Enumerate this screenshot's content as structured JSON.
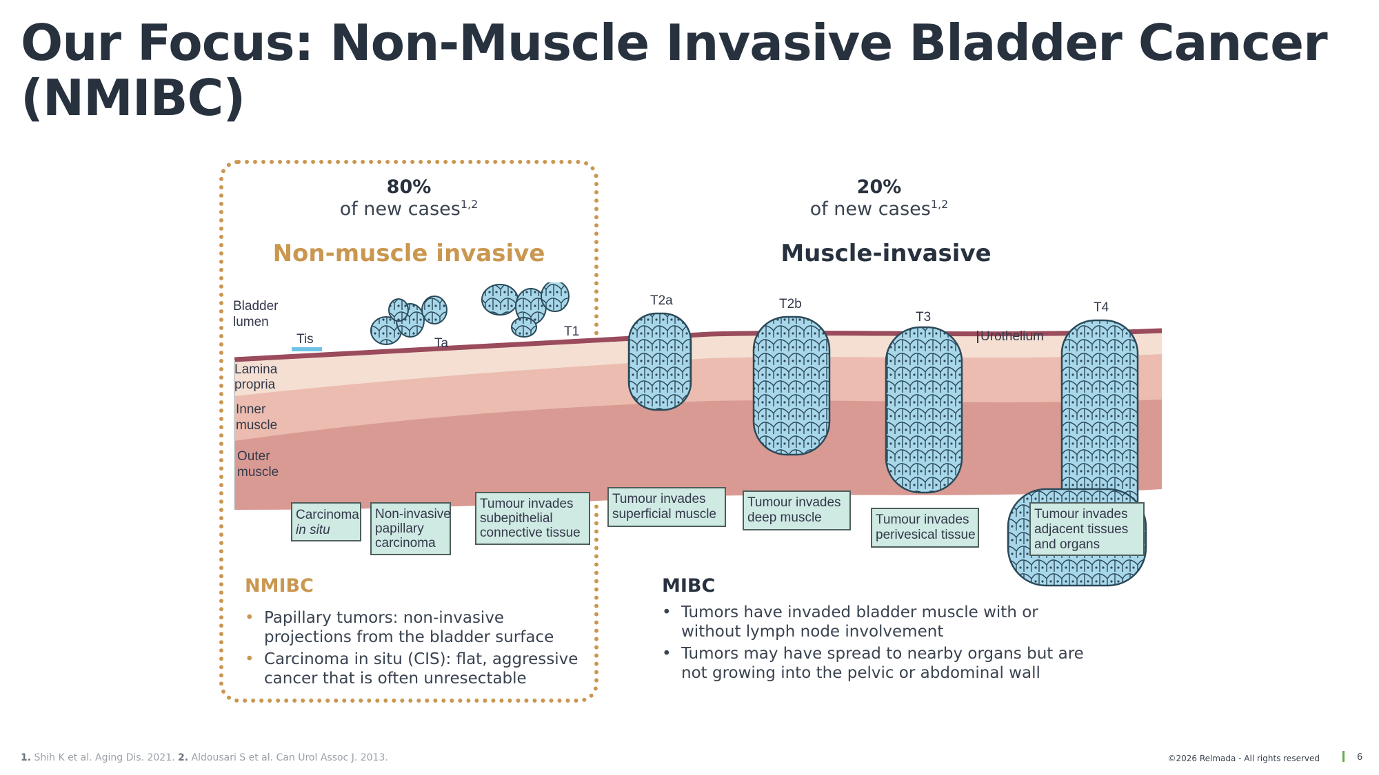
{
  "title": "Our Focus: Non-Muscle Invasive Bladder Cancer (NMIBC)",
  "left": {
    "percent": "80%",
    "sub_text": "of new cases",
    "sub_ref": "1,2",
    "heading": "Non-muscle invasive",
    "heading_color": "#c9974f",
    "section_title": "NMIBC",
    "bullets": [
      "Papillary tumors: non-invasive projections from the bladder surface",
      "Carcinoma in situ (CIS): flat, aggressive cancer that is often unresectable"
    ]
  },
  "right": {
    "percent": "20%",
    "sub_text": "of new cases",
    "sub_ref": "1,2",
    "heading": "Muscle-invasive",
    "heading_color": "#28323f",
    "section_title": "MIBC",
    "bullets": [
      "Tumors have invaded bladder muscle with or without lymph node involvement",
      "Tumors may have spread to nearby organs but are not growing into the pelvic or abdominal wall"
    ]
  },
  "diagram": {
    "layer_labels": {
      "bladder_lumen_1": "Bladder",
      "bladder_lumen_2": "lumen",
      "lamina_1": "Lamina",
      "lamina_2": "propria",
      "inner_1": "Inner",
      "inner_2": "muscle",
      "outer_1": "Outer",
      "outer_2": "muscle",
      "urothelium": "Urothelium"
    },
    "stages": {
      "tis": "Tis",
      "ta": "Ta",
      "t1": "T1",
      "t2a": "T2a",
      "t2b": "T2b",
      "t3": "T3",
      "t4": "T4"
    },
    "boxes": {
      "cis_1": "Carcinoma",
      "cis_2": "in situ",
      "ni_1": "Non-invasive",
      "ni_2": "papillary",
      "ni_3": "carcinoma",
      "t1_1": "Tumour invades",
      "t1_2": "subepithelial",
      "t1_3": "connective tissue",
      "t2a_1": "Tumour invades",
      "t2a_2": "superficial muscle",
      "t2b_1": "Tumour invades",
      "t2b_2": "deep muscle",
      "t3_1": "Tumour invades",
      "t3_2": "perivesical tissue",
      "t4_1": "Tumour invades",
      "t4_2": "adjacent tissues",
      "t4_3": "and organs"
    }
  },
  "footer": {
    "ref1_num": "1.",
    "ref1_text": "Shih K et al. Aging Dis. 2021.",
    "ref2_num": "2.",
    "ref2_text": "Aldousari S et al. Can Urol Assoc J. 2013.",
    "copyright": "©2026 Relmada - All rights reserved",
    "page": "6"
  },
  "colors": {
    "accent_gold": "#c9974f",
    "navy": "#28323f",
    "tumor_blue": "#a9d7ea",
    "box_fill": "#cfe9e3"
  }
}
